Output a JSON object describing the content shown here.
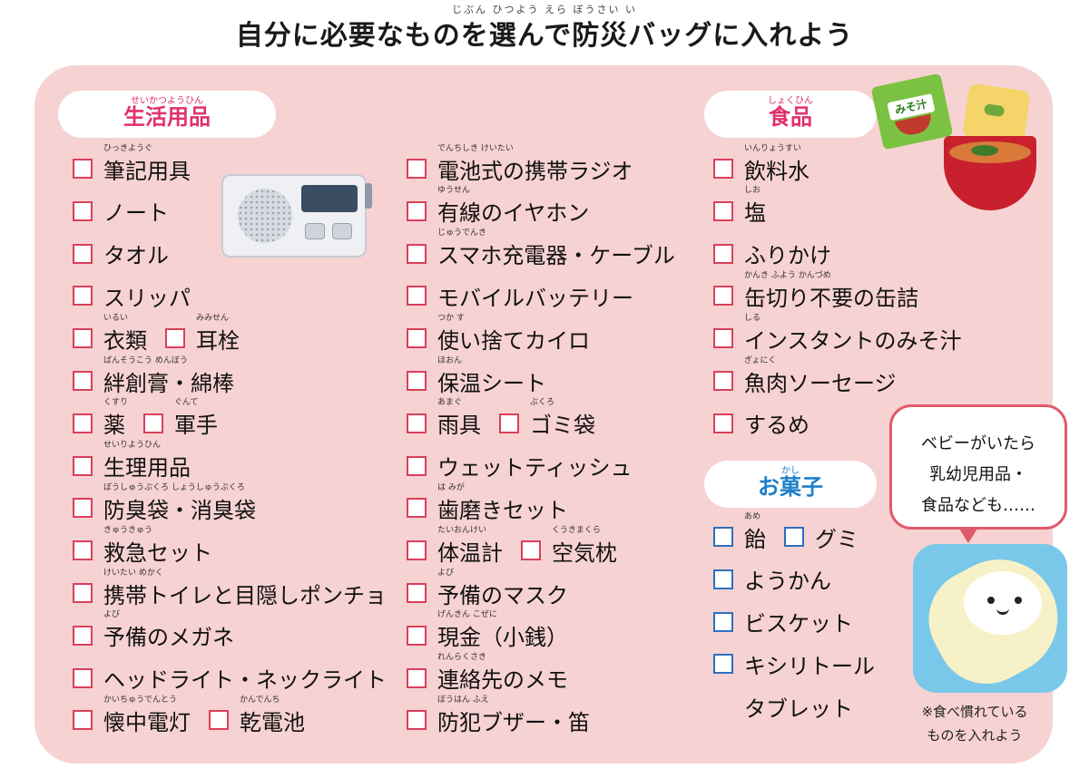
{
  "title": {
    "ruby": "じぶん ひつよう えら ぼうさい い",
    "text": "自分に必要なものを選んで防災バッグに入れよう"
  },
  "categories": {
    "living": {
      "label": "生活用品",
      "ruby": "せいかつようひん"
    },
    "food": {
      "label": "食品",
      "ruby": "しょくひん"
    },
    "sweets": {
      "label": "お菓子",
      "ruby": "かし"
    }
  },
  "column1": [
    {
      "label": "筆記用具",
      "ruby": "ひっきようぐ"
    },
    {
      "label": "ノート",
      "ruby": ""
    },
    {
      "label": "タオル",
      "ruby": ""
    },
    {
      "label": "スリッパ",
      "ruby": ""
    },
    {
      "label": "衣類",
      "ruby": "いるい",
      "label2": "耳栓",
      "ruby2": "みみせん"
    },
    {
      "label": "絆創膏・綿棒",
      "ruby": "ばんそうこう めんぼう"
    },
    {
      "label": "薬",
      "ruby": "くすり",
      "label2": "軍手",
      "ruby2": "ぐんて"
    },
    {
      "label": "生理用品",
      "ruby": "せいりようひん"
    },
    {
      "label": "防臭袋・消臭袋",
      "ruby": "ぼうしゅうぶくろ しょうしゅうぶくろ"
    },
    {
      "label": "救急セット",
      "ruby": "きゅうきゅう"
    },
    {
      "label": "携帯トイレと目隠しポンチョ",
      "ruby": "けいたい めかく"
    },
    {
      "label": "予備のメガネ",
      "ruby": "よび"
    },
    {
      "label": "ヘッドライト・ネックライト",
      "ruby": ""
    },
    {
      "label": "懐中電灯",
      "ruby": "かいちゅうでんとう",
      "label2": "乾電池",
      "ruby2": "かんでんち"
    }
  ],
  "column2": [
    {
      "label": "電池式の携帯ラジオ",
      "ruby": "でんちしき けいたい"
    },
    {
      "label": "有線のイヤホン",
      "ruby": "ゆうせん"
    },
    {
      "label": "スマホ充電器・ケーブル",
      "ruby": "じゅうでんき"
    },
    {
      "label": "モバイルバッテリー",
      "ruby": ""
    },
    {
      "label": "使い捨てカイロ",
      "ruby": "つか す"
    },
    {
      "label": "保温シート",
      "ruby": "ほおん"
    },
    {
      "label": "雨具",
      "ruby": "あまぐ",
      "label2": "ゴミ袋",
      "ruby2": "ぶくろ"
    },
    {
      "label": "ウェットティッシュ",
      "ruby": ""
    },
    {
      "label": "歯磨きセット",
      "ruby": "は みが"
    },
    {
      "label": "体温計",
      "ruby": "たいおんけい",
      "label2": "空気枕",
      "ruby2": "くうきまくら"
    },
    {
      "label": "予備のマスク",
      "ruby": "よび"
    },
    {
      "label": "現金（小銭）",
      "ruby": "げんきん こぜに"
    },
    {
      "label": "連絡先のメモ",
      "ruby": "れんらくさき"
    },
    {
      "label": "防犯ブザー・笛",
      "ruby": "ぼうはん ふえ"
    }
  ],
  "food_items": [
    {
      "label": "飲料水",
      "ruby": "いんりょうすい"
    },
    {
      "label": "塩",
      "ruby": "しお"
    },
    {
      "label": "ふりかけ",
      "ruby": ""
    },
    {
      "label": "缶切り不要の缶詰",
      "ruby": "かんき ふよう かんづめ"
    },
    {
      "label": "インスタントのみそ汁",
      "ruby": "しる"
    },
    {
      "label": "魚肉ソーセージ",
      "ruby": "ぎょにく"
    },
    {
      "label": "するめ",
      "ruby": ""
    }
  ],
  "sweets_items": [
    {
      "label": "飴",
      "ruby": "あめ",
      "label2": "グミ"
    },
    {
      "label": "ようかん",
      "ruby": ""
    },
    {
      "label": "ビスケット",
      "ruby": ""
    },
    {
      "label": "キシリトール",
      "ruby": ""
    },
    {
      "label": "タブレット",
      "ruby": "",
      "no_box": true
    }
  ],
  "illustrations": {
    "radio": "portable-radio",
    "miso_pack_label": "みそ汁"
  },
  "bubble": {
    "line1": "ベビーがいたら",
    "line2": "乳幼児用品・",
    "line3": "食品なども……"
  },
  "note": {
    "line1": "※食べ慣れている",
    "line2": "ものを入れよう"
  },
  "colors": {
    "panel": "#f7d2d2",
    "pink_accent": "#e0306a",
    "blue_accent": "#1f7fc8"
  }
}
